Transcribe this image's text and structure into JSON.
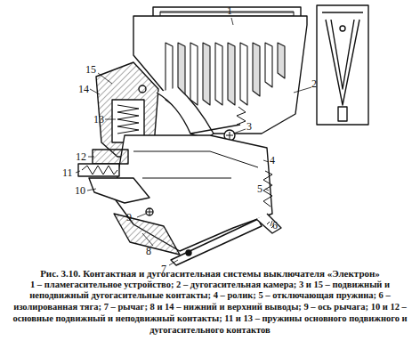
{
  "diagram": {
    "caption": "Рис. 3.10. Контактная и дугогасительная системы выключателя «Электрон»",
    "labels": [
      "1",
      "2",
      "15",
      "14",
      "13",
      "3",
      "12",
      "11",
      "10",
      "9",
      "8",
      "7",
      "6",
      "5",
      "4",
      "1 – пламегасительное устройство; 2 – дугогасительная камера; 3 и 15 – подвижный и неподвижный дугогасительные контакты; 4 – ролик; 5 – отключающая пружина; 6 – изолированная тяга; 7 – рычаг; 8 и 14 – нижний и верхний выводы; 9 – ось рычага; 10 и 12 – основные подвижный и неподвижный контакты; 11 и 13 – пружины основного подвижного и дугогасительного контактов"
    ]
  }
}
